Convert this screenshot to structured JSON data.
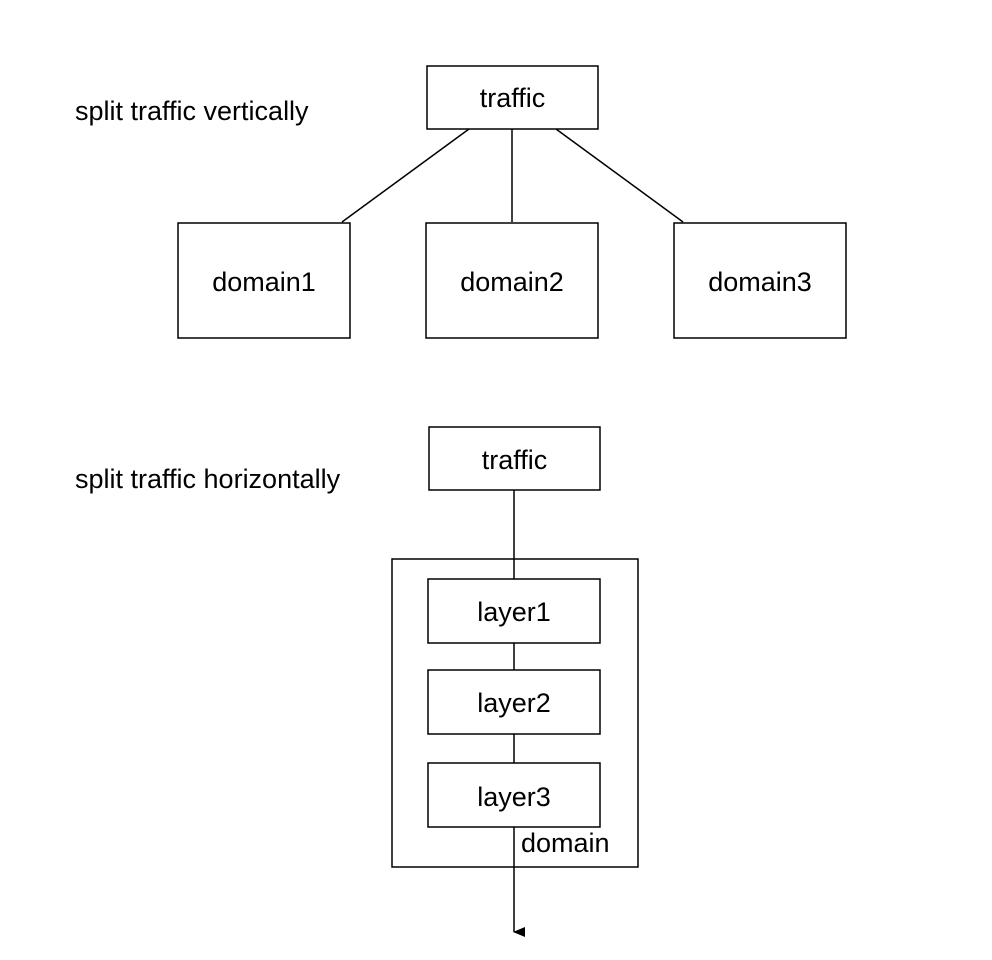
{
  "vertical": {
    "caption": "split traffic vertically",
    "root": "traffic",
    "children": [
      "domain1",
      "domain2",
      "domain3"
    ]
  },
  "horizontal": {
    "caption": "split traffic horizontally",
    "root": "traffic",
    "container_label": "domain",
    "layers": [
      "layer1",
      "layer2",
      "layer3"
    ]
  }
}
